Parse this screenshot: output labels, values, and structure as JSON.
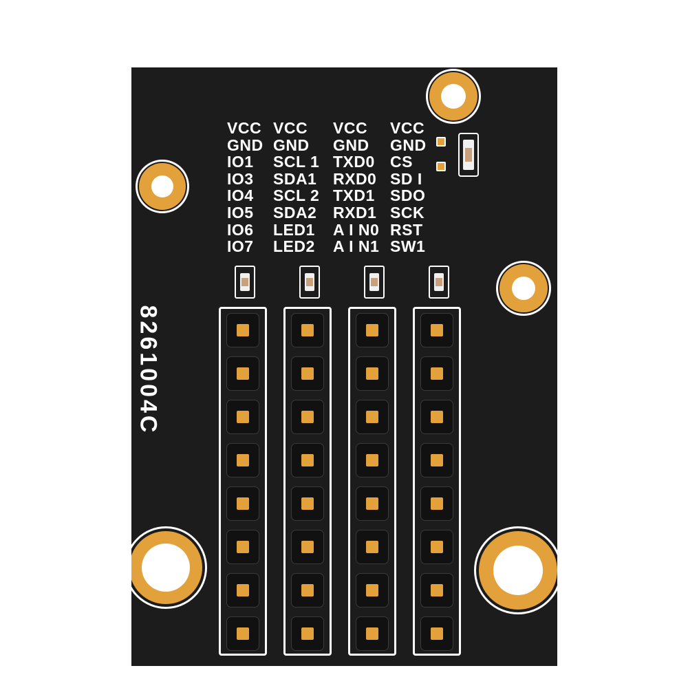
{
  "board": {
    "part_number": "8261004C",
    "colors": {
      "soldermask": "#1c1c1c",
      "pad": "#e3a13b",
      "silkscreen": "#ffffff",
      "background": "#ffffff"
    }
  },
  "headers": [
    {
      "labels": [
        "VCC",
        "GND",
        "IO1",
        "IO3",
        "IO4",
        "IO5",
        "IO6",
        "IO7"
      ],
      "pin_count": 8
    },
    {
      "labels": [
        "VCC",
        "GND",
        "SCL 1",
        "SDA1",
        "SCL 2",
        "SDA2",
        "LED1",
        "LED2"
      ],
      "pin_count": 8
    },
    {
      "labels": [
        "VCC",
        "GND",
        "TXD0",
        "RXD0",
        "TXD1",
        "RXD1",
        "A I N0",
        "A I N1"
      ],
      "pin_count": 8
    },
    {
      "labels": [
        "VCC",
        "GND",
        "CS",
        "SD I",
        "SDO",
        "SCK",
        "RST",
        "SW1"
      ],
      "pin_count": 8
    }
  ],
  "icons": {
    "mounting_hole": "mounting-hole-icon",
    "led": "led-icon",
    "pin": "header-pin-icon",
    "jumper": "solder-jumper-icon"
  }
}
